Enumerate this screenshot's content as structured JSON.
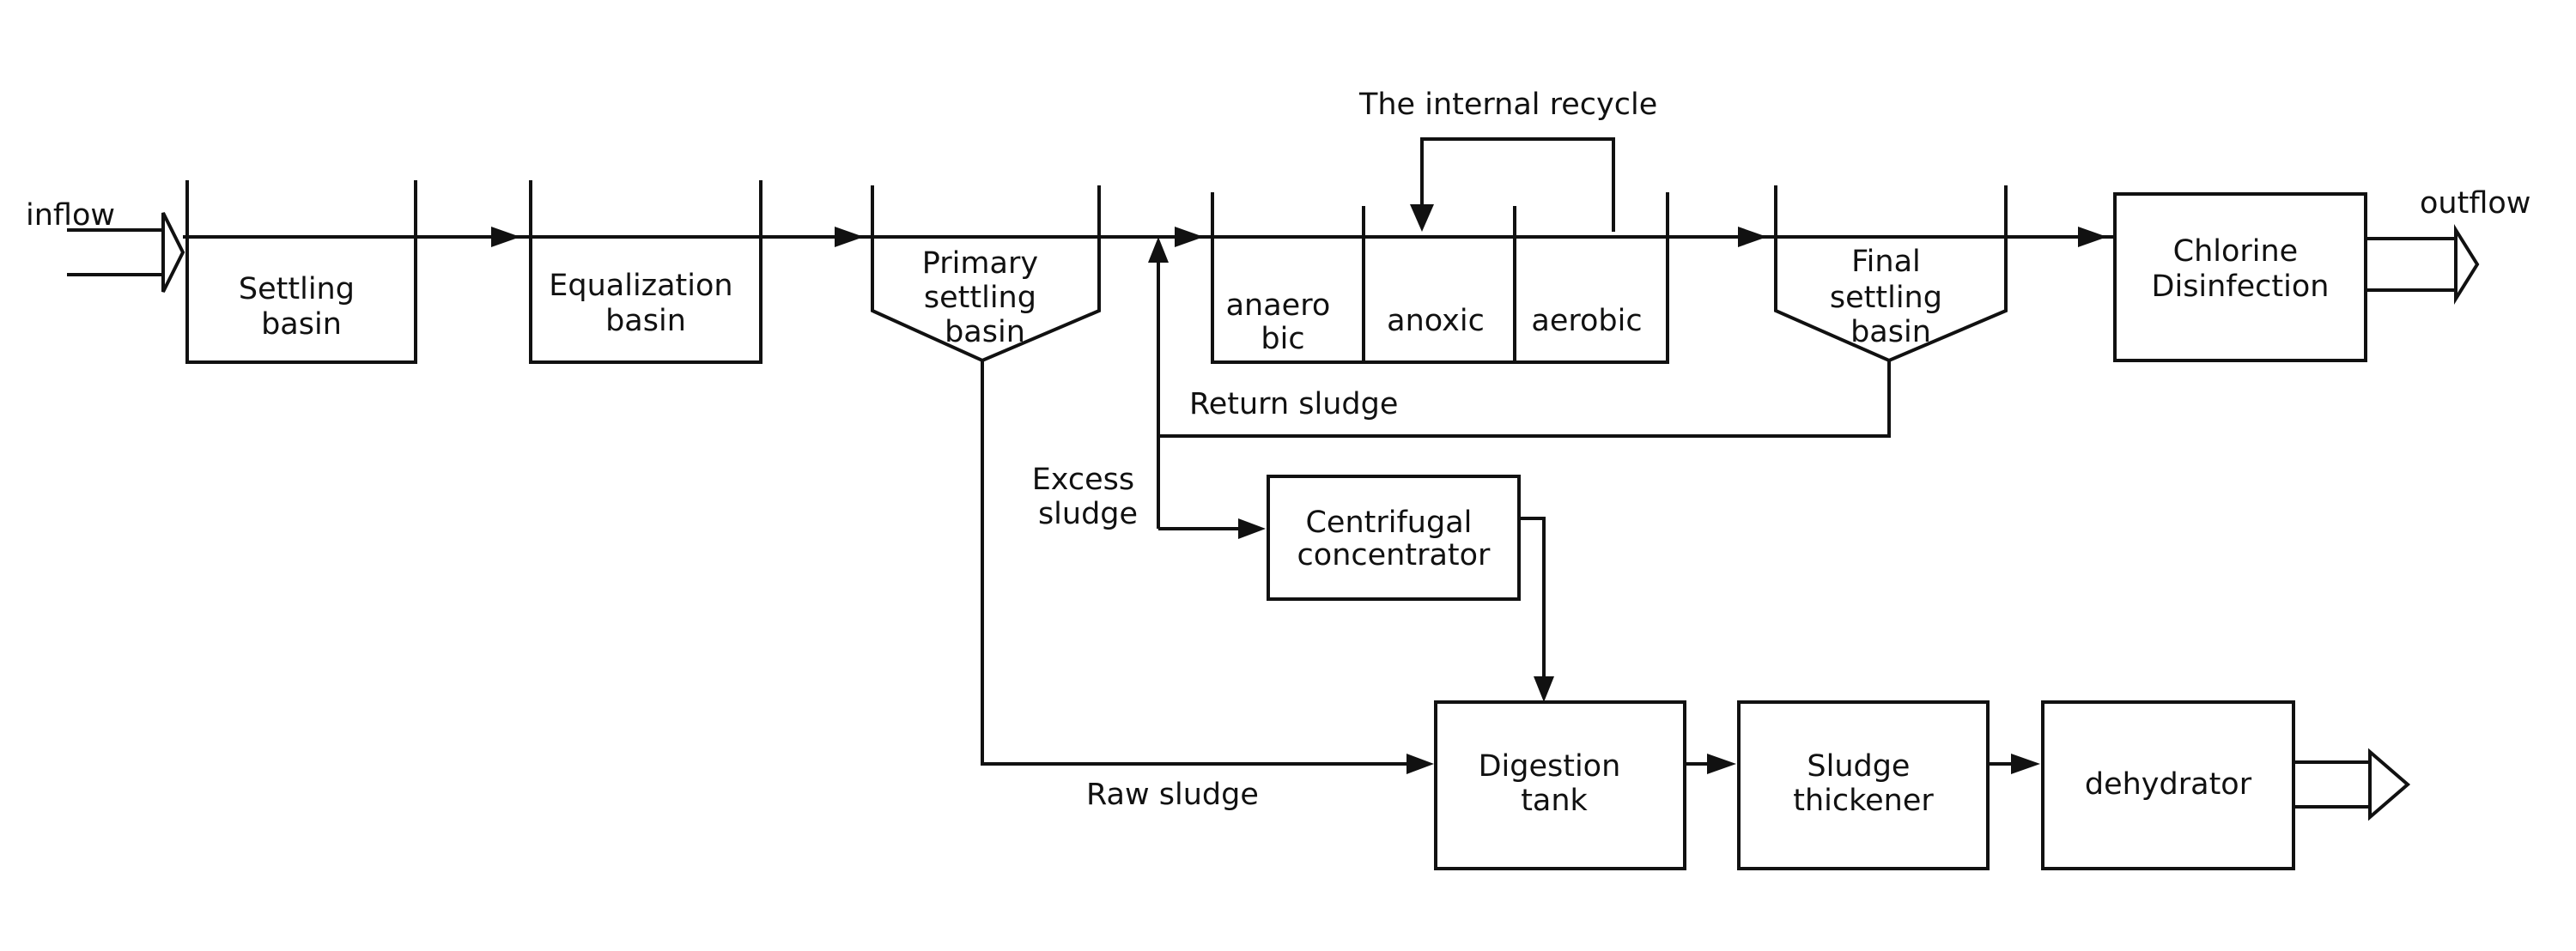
{
  "labels": {
    "inflow": "inflow",
    "outflow": "outflow",
    "internal_recycle": "The internal recycle",
    "return_sludge": "Return sludge",
    "excess_sludge": [
      "Excess",
      "sludge"
    ],
    "raw_sludge": "Raw sludge"
  },
  "units": {
    "settling_basin": [
      "Settling",
      "basin"
    ],
    "equalization_basin": [
      "Equalization",
      "basin"
    ],
    "primary_settling_basin": [
      "Primary",
      "settling",
      "basin"
    ],
    "anaerobic": [
      "anaero",
      "bic"
    ],
    "anoxic": "anoxic",
    "aerobic": "aerobic",
    "final_settling_basin": [
      "Final",
      "settling",
      "basin"
    ],
    "chlorine_disinfection": [
      "Chlorine",
      "Disinfection"
    ],
    "centrifugal_concentrator": [
      "Centrifugal",
      "concentrator"
    ],
    "digestion_tank": [
      "Digestion",
      "tank"
    ],
    "sludge_thickener": [
      "Sludge",
      "thickener"
    ],
    "dehydrator": "dehydrator"
  }
}
